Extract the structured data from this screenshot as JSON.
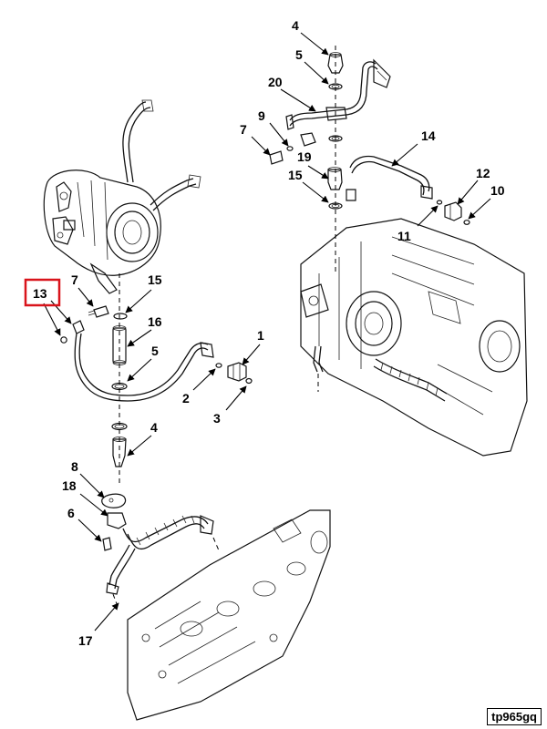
{
  "figure": {
    "id": "tp965gq",
    "highlight_color": "#d9141b"
  },
  "callouts": {
    "c1": "1",
    "c2": "2",
    "c3": "3",
    "c4a": "4",
    "c4b": "4",
    "c5a": "5",
    "c5b": "5",
    "c6": "6",
    "c7a": "7",
    "c7b": "7",
    "c8": "8",
    "c9": "9",
    "c10": "10",
    "c11": "11",
    "c12": "12",
    "c13": "13",
    "c14": "14",
    "c15a": "15",
    "c15b": "15",
    "c16": "16",
    "c17": "17",
    "c18": "18",
    "c19": "19",
    "c20": "20"
  }
}
